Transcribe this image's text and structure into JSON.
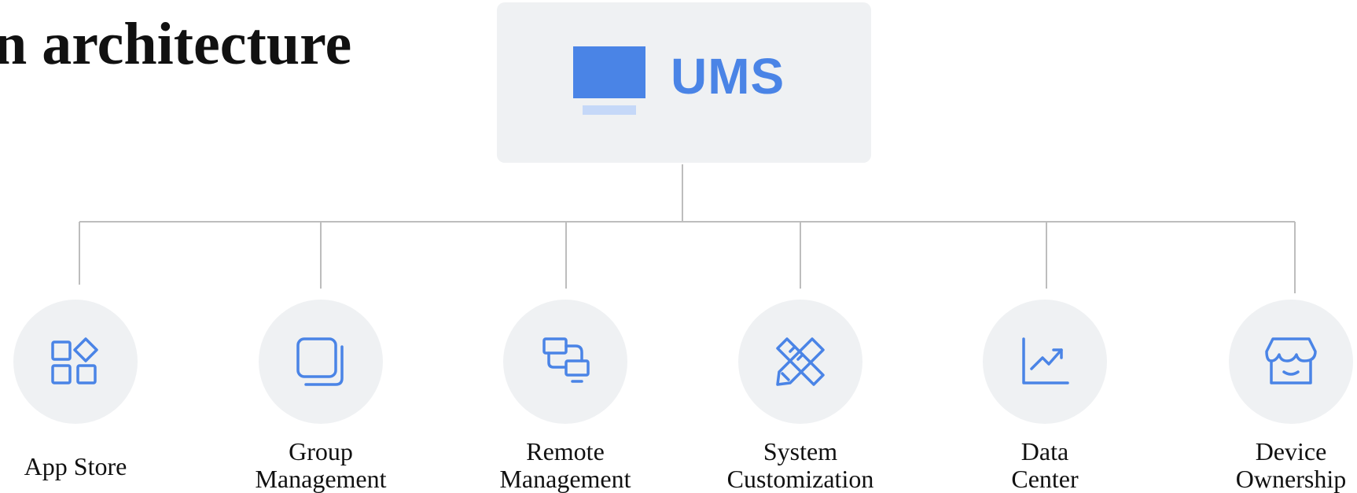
{
  "title": "n architecture",
  "root": {
    "label": "UMS",
    "icon": "monitor-icon"
  },
  "colors": {
    "accent": "#4a84e6",
    "box_bg": "#eff1f3",
    "line": "#bdbdbd"
  },
  "nodes": [
    {
      "label": "App  Store",
      "icon": "apps-grid-icon"
    },
    {
      "label": "Group\nManagement",
      "icon": "stacked-squares-icon"
    },
    {
      "label": "Remote\nManagement",
      "icon": "remote-devices-icon"
    },
    {
      "label": "System\nCustomization",
      "icon": "pencil-ruler-icon"
    },
    {
      "label": "Data\nCenter",
      "icon": "line-chart-icon"
    },
    {
      "label": "Device\nOwnership",
      "icon": "storefront-icon"
    }
  ]
}
